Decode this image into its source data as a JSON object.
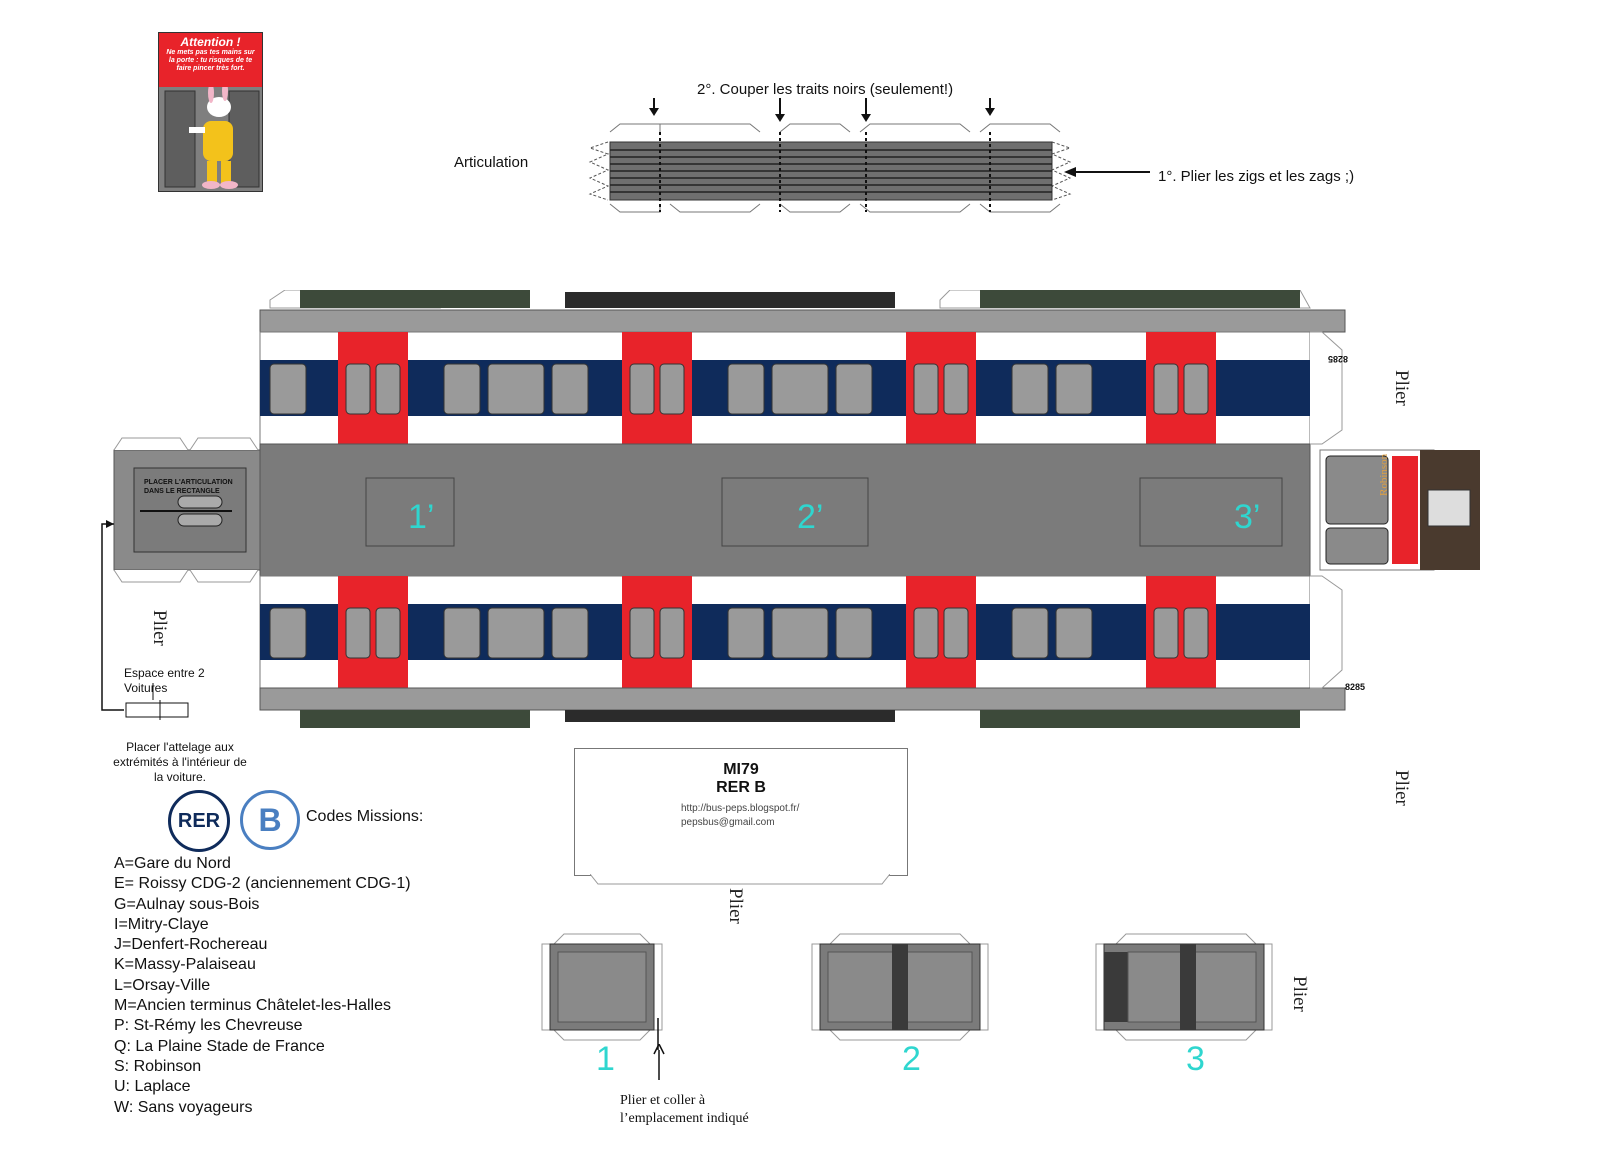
{
  "warning_card": {
    "title": "Attention !",
    "text": "Ne mets pas tes mains sur la porte : tu risques de te faire pincer très fort."
  },
  "articulation": {
    "label": "Articulation",
    "step2": "2°. Couper les traits noirs (seulement!)",
    "step1": "1°. Plier les zigs et les zags ;)"
  },
  "train": {
    "segments": [
      "1’",
      "2’",
      "3’"
    ],
    "rect_note": "PLACER L'ARTICULATION DANS LE RECTANGLE",
    "cab_label": "Robinson",
    "unit_number": "8285",
    "colors": {
      "red": "#e8232a",
      "navy": "#0f2b5b",
      "roof": "#7b7b7b",
      "body": "#8a8a8a",
      "cyan": "#2fd6cf"
    }
  },
  "plier_label": "Plier",
  "spacing": {
    "label": "Espace entre 2 Voitures",
    "coupling": "Placer l'attelage aux extrémités à l'intérieur de la voiture."
  },
  "title_panel": {
    "model": "MI79",
    "line": "RER B",
    "url": "http://bus-peps.blogspot.fr/",
    "email": "pepsbus@gmail.com"
  },
  "logos": {
    "rer": "RER",
    "b": "B"
  },
  "codes": {
    "title": "Codes Missions:",
    "items": [
      "A=Gare du Nord",
      "E= Roissy CDG-2 (anciennement CDG-1)",
      "G=Aulnay sous-Bois",
      "I=Mitry-Claye",
      "J=Denfert-Rochereau",
      "K=Massy-Palaiseau",
      "L=Orsay-Ville",
      "M=Ancien terminus Châtelet-les-Halles",
      "P: St-Rémy les Chevreuse",
      "Q: La Plaine Stade de France",
      "S: Robinson",
      "U: Laplace",
      "W: Sans voyageurs"
    ]
  },
  "bogies": {
    "labels": [
      "1",
      "2",
      "3"
    ],
    "glue_note": "Plier et coller à l’emplacement indiqué"
  }
}
